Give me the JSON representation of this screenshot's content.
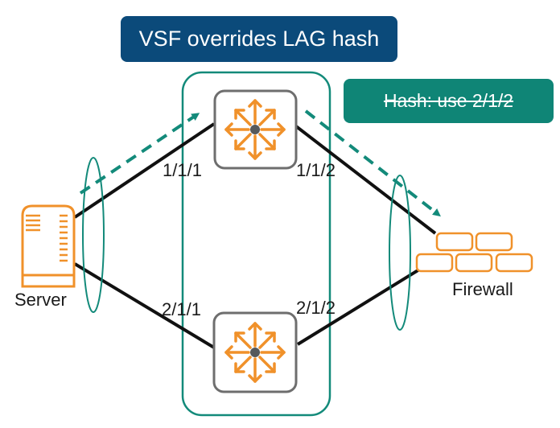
{
  "title_banner": {
    "text": "VSF overrides LAG hash",
    "color": "#0b4a7a"
  },
  "hash_banner": {
    "text": "Hash: use 2/1/2",
    "struck_through": true,
    "color": "#0f8576"
  },
  "nodes": {
    "server": {
      "label": "Server",
      "icon": "server-icon"
    },
    "firewall": {
      "label": "Firewall",
      "icon": "firewall-icon"
    },
    "switch_top": {
      "icon": "switch-icon"
    },
    "switch_bottom": {
      "icon": "switch-icon"
    }
  },
  "ports": {
    "top_left": "1/1/1",
    "top_right": "1/1/2",
    "bottom_left": "2/1/1",
    "bottom_right": "2/1/2"
  },
  "colors": {
    "accent_orange": "#f0912a",
    "teal": "#138a7a",
    "link": "#111111",
    "switch_border": "#6e6e6e"
  }
}
